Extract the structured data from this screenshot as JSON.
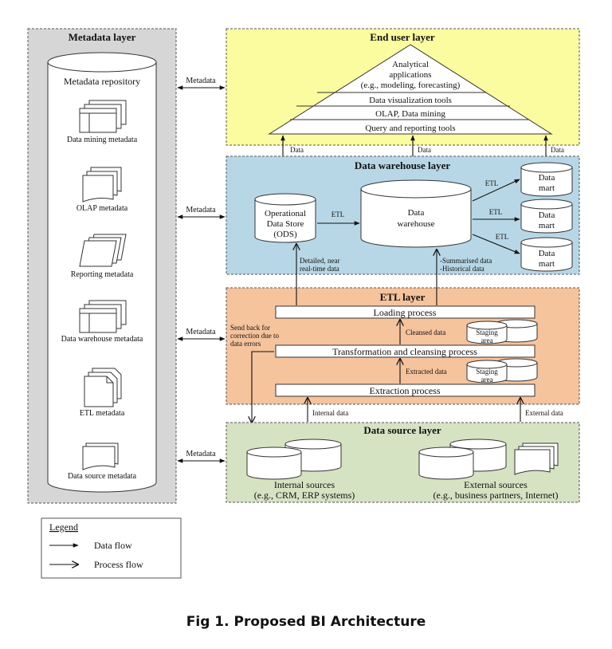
{
  "metadata_layer": {
    "title": "Metadata layer",
    "repository": "Metadata repository",
    "items": [
      "Data mining metadata",
      "OLAP metadata",
      "Reporting metadata",
      "Data warehouse metadata",
      "ETL metadata",
      "Data source metadata"
    ]
  },
  "link_label": "Metadata",
  "end_user_layer": {
    "title": "End user layer",
    "pyramid": {
      "top_line1": "Analytical",
      "top_line2": "applications",
      "top_line3": "(e.g., modeling, forecasting)",
      "row1": "Data visualization tools",
      "row2": "OLAP, Data mining",
      "row3": "Query and reporting tools"
    }
  },
  "data_label": "Data",
  "warehouse_layer": {
    "title": "Data warehouse layer",
    "ods_line1": "Operational",
    "ods_line2": "Data Store",
    "ods_line3": "(ODS)",
    "dw_line1": "Data",
    "dw_line2": "warehouse",
    "mart_line1": "Data",
    "mart_line2": "mart",
    "etl": "ETL",
    "detailed_line1": "Detailed, near",
    "detailed_line2": "real-time data",
    "summarised": "-Summarised data",
    "historical": "-Historical data"
  },
  "etl_layer": {
    "title": "ETL layer",
    "loading": "Loading process",
    "transformation": "Transformation and cleansing process",
    "extraction": "Extraction process",
    "cleansed": "Cleansed data",
    "extracted": "Extracted data",
    "staging_line1": "Staging",
    "staging_line2": "area",
    "sendback_line1": "Send back for",
    "sendback_line2": "correction due to",
    "sendback_line3": "data errors"
  },
  "internal_data": "Internal data",
  "external_data": "External data",
  "source_layer": {
    "title": "Data source layer",
    "internal_line1": "Internal sources",
    "internal_line2": "(e.g., CRM, ERP systems)",
    "external_line1": "External sources",
    "external_line2": "(e.g., business partners, Internet)"
  },
  "legend": {
    "title": "Legend",
    "data_flow": "Data flow",
    "process_flow": "Process flow"
  },
  "caption": "Fig 1. Proposed BI Architecture",
  "colors": {
    "metadata_bg": "#d6d6d6",
    "end_user_bg": "#fbfb9f",
    "warehouse_bg": "#b7d7e6",
    "etl_bg": "#f5c39c",
    "source_bg": "#d6e3c3"
  }
}
